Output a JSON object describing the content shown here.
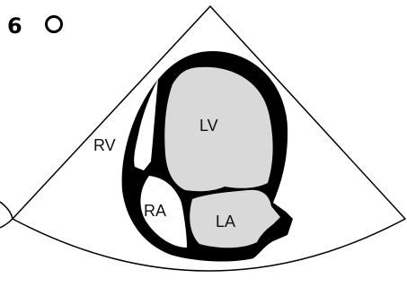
{
  "figure": {
    "panel_number": "6",
    "panel_symbol": "open-circle-icon",
    "chambers": {
      "rv": "RV",
      "lv": "LV",
      "ra": "RA",
      "la": "LA"
    }
  },
  "colors": {
    "wall": "#000000",
    "chamber_fill": "#d9d9d9",
    "background": "#ffffff",
    "outline": "#000000"
  }
}
